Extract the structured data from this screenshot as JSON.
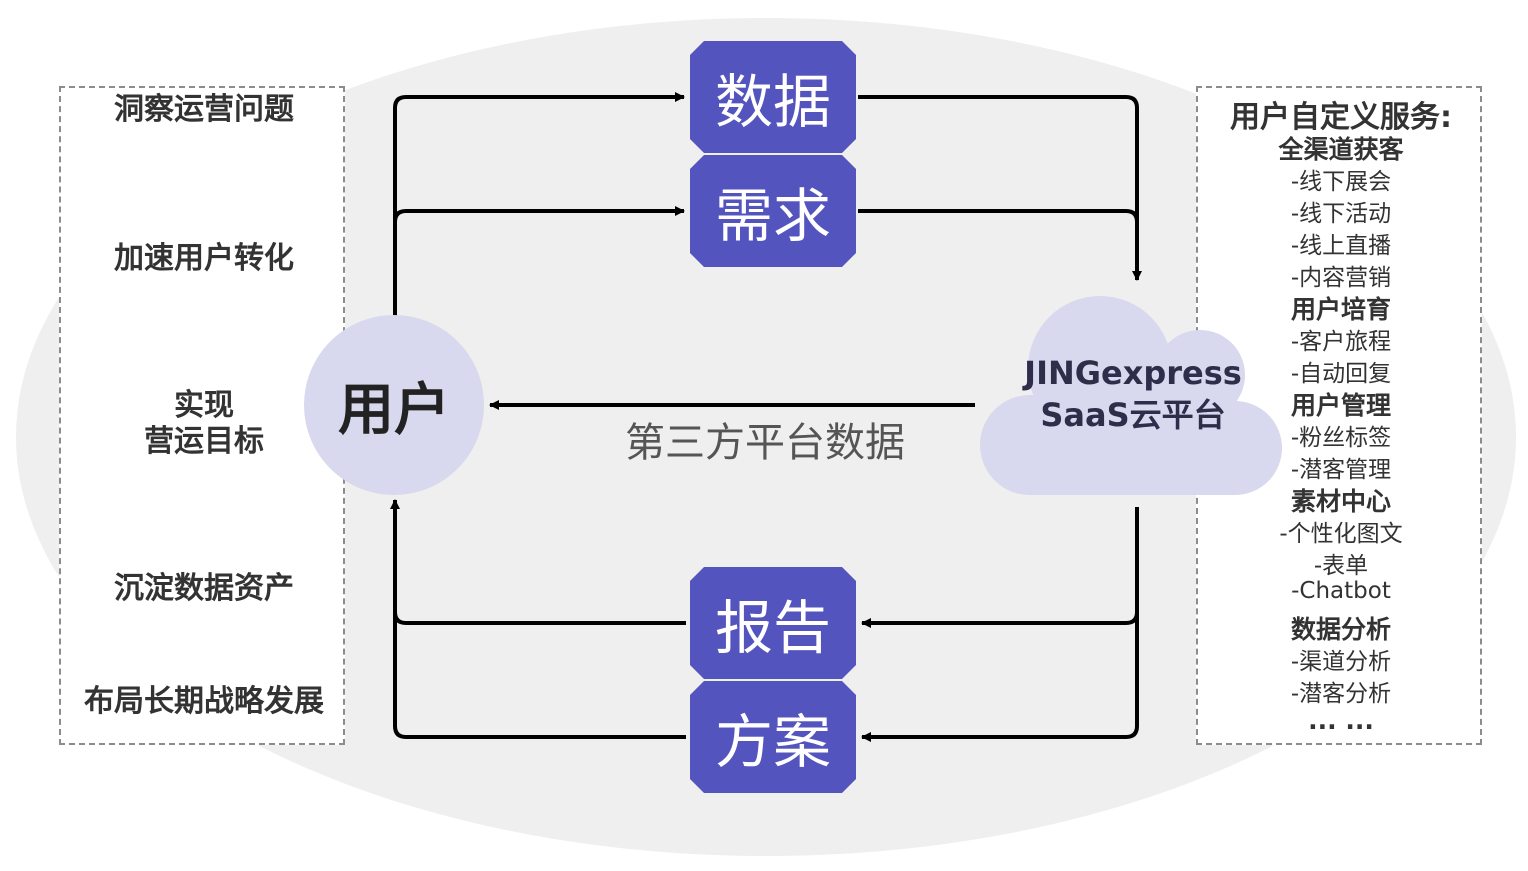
{
  "goals": [
    "洞察运营问题",
    "加速用户转化",
    "实现",
    "营运目标",
    "沉淀数据资产",
    "布局长期战略发展"
  ],
  "flow_labels": {
    "data": "数据",
    "demand": "需求",
    "report": "报告",
    "plan": "方案"
  },
  "user": "用户",
  "third_party": "第三方平台数据",
  "cloud": {
    "line1": "JINGexpress",
    "line2": "SaaS云平台"
  },
  "services": {
    "heading": "用户自定义服务:",
    "entries": [
      {
        "kind": "cat",
        "text": "全渠道获客"
      },
      {
        "kind": "item",
        "text": "-线下展会"
      },
      {
        "kind": "item",
        "text": "-线下活动"
      },
      {
        "kind": "item",
        "text": "-线上直播"
      },
      {
        "kind": "item",
        "text": "-内容营销"
      },
      {
        "kind": "cat",
        "text": "用户培育"
      },
      {
        "kind": "item",
        "text": "-客户旅程"
      },
      {
        "kind": "item",
        "text": "-自动回复"
      },
      {
        "kind": "cat",
        "text": "用户管理"
      },
      {
        "kind": "item",
        "text": "-粉丝标签"
      },
      {
        "kind": "item",
        "text": "-潜客管理"
      },
      {
        "kind": "cat",
        "text": "素材中心"
      },
      {
        "kind": "item",
        "text": "-个性化图文"
      },
      {
        "kind": "item",
        "text": "-表单"
      },
      {
        "kind": "item",
        "text": "-Chatbot"
      },
      {
        "kind": "cat",
        "text": "数据分析"
      },
      {
        "kind": "item",
        "text": "-渠道分析"
      },
      {
        "kind": "item",
        "text": "-潜客分析"
      },
      {
        "kind": "cat",
        "text": "... ..."
      }
    ]
  },
  "colors": {
    "label_box": "#5454be",
    "circle": "#d8d8ee",
    "cloud": "#d8d8ee",
    "ellipse": "#efefef"
  }
}
